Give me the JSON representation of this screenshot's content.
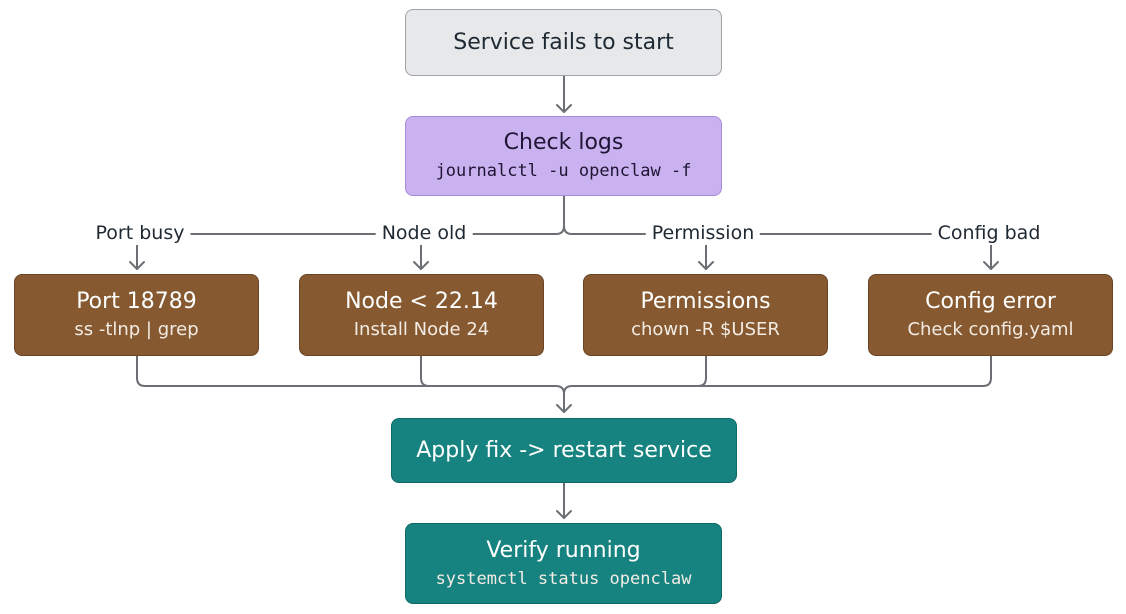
{
  "diagram": {
    "start": {
      "title": "Service fails to start"
    },
    "check": {
      "title": "Check logs",
      "command": "journalctl -u openclaw -f"
    },
    "branches": [
      {
        "label": "Port busy",
        "title": "Port 18789",
        "detail": "ss -tlnp | grep"
      },
      {
        "label": "Node old",
        "title": "Node < 22.14",
        "detail": "Install Node 24"
      },
      {
        "label": "Permission",
        "title": "Permissions",
        "detail": "chown -R $USER"
      },
      {
        "label": "Config bad",
        "title": "Config error",
        "detail": "Check config.yaml"
      }
    ],
    "fix": {
      "title": "Apply fix -> restart service"
    },
    "verify": {
      "title": "Verify running",
      "command": "systemctl status openclaw"
    },
    "colors": {
      "start": "#e6e8ea",
      "check": "#c9b2ef",
      "branch": "#865930",
      "fix": "#168381",
      "verify": "#168381",
      "connector": "#6b6f73"
    }
  }
}
